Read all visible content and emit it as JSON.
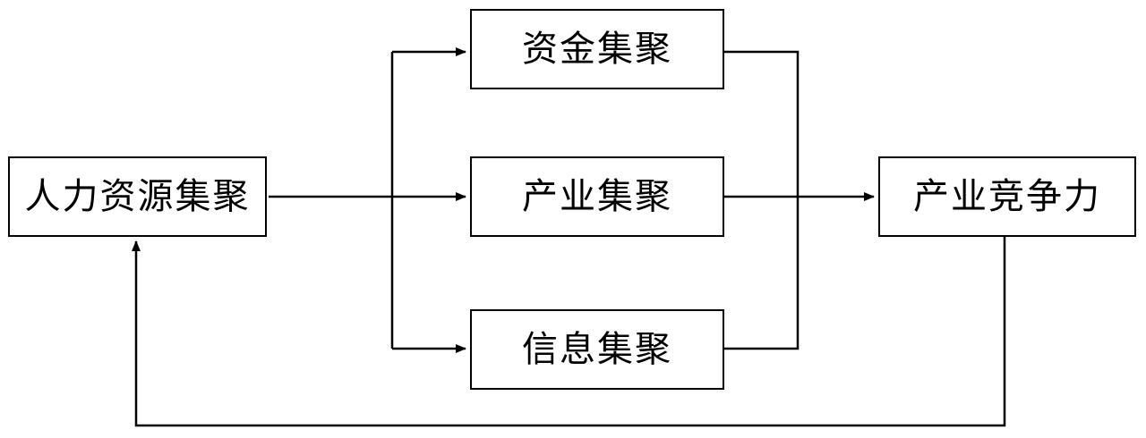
{
  "diagram": {
    "nodes": {
      "human_resources": "人力资源集聚",
      "capital": "资金集聚",
      "industry": "产业集聚",
      "information": "信息集聚",
      "competitiveness": "产业竞争力"
    },
    "edges": [
      {
        "from": "human_resources",
        "to": "capital"
      },
      {
        "from": "human_resources",
        "to": "industry"
      },
      {
        "from": "human_resources",
        "to": "information"
      },
      {
        "from": "capital",
        "to": "competitiveness"
      },
      {
        "from": "industry",
        "to": "competitiveness"
      },
      {
        "from": "information",
        "to": "competitiveness"
      },
      {
        "from": "competitiveness",
        "to": "human_resources"
      }
    ],
    "colors": {
      "stroke": "#000000",
      "background": "#ffffff",
      "text": "#000000"
    }
  }
}
